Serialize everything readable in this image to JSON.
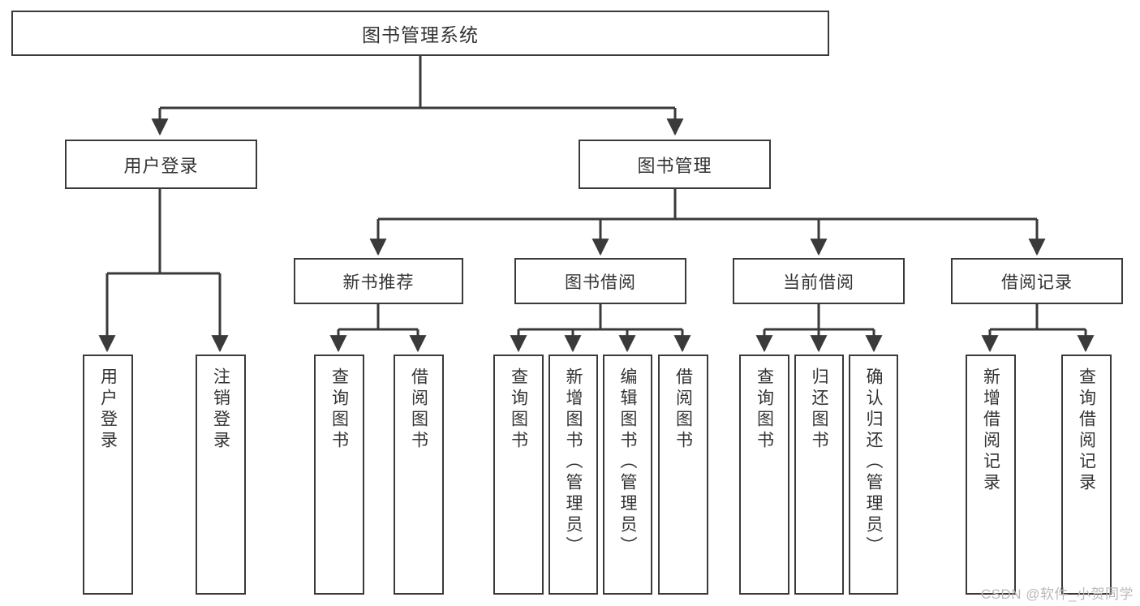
{
  "diagram": {
    "kind": "tree",
    "title": "图书管理系统",
    "orientation": "top-down",
    "colors": {
      "background": "#ffffff",
      "box_border": "#3a3a3a",
      "box_fill": "#ffffff",
      "text": "#333333",
      "edge": "#3a3a3a",
      "watermark": "#b9b9b9"
    },
    "root": {
      "label": "图书管理系统"
    },
    "level1": [
      {
        "label": "用户登录"
      },
      {
        "label": "图书管理"
      }
    ],
    "level2": [
      {
        "label": "新书推荐"
      },
      {
        "label": "图书借阅"
      },
      {
        "label": "当前借阅"
      },
      {
        "label": "借阅记录"
      }
    ],
    "leaves": {
      "user_login": [
        {
          "label": "用户登录"
        },
        {
          "label": "注销登录"
        }
      ],
      "new_book_recommend": [
        {
          "label": "查询图书"
        },
        {
          "label": "借阅图书"
        }
      ],
      "book_borrow": [
        {
          "label": "查询图书"
        },
        {
          "label": "新增图书（管理员）"
        },
        {
          "label": "编辑图书（管理员）"
        },
        {
          "label": "借阅图书"
        }
      ],
      "current_borrow": [
        {
          "label": "查询图书"
        },
        {
          "label": "归还图书"
        },
        {
          "label": "确认归还（管理员）"
        }
      ],
      "borrow_record": [
        {
          "label": "新增借阅记录"
        },
        {
          "label": "查询借阅记录"
        }
      ]
    }
  },
  "watermark": {
    "text": "CSDN @软件_小贺同学"
  }
}
